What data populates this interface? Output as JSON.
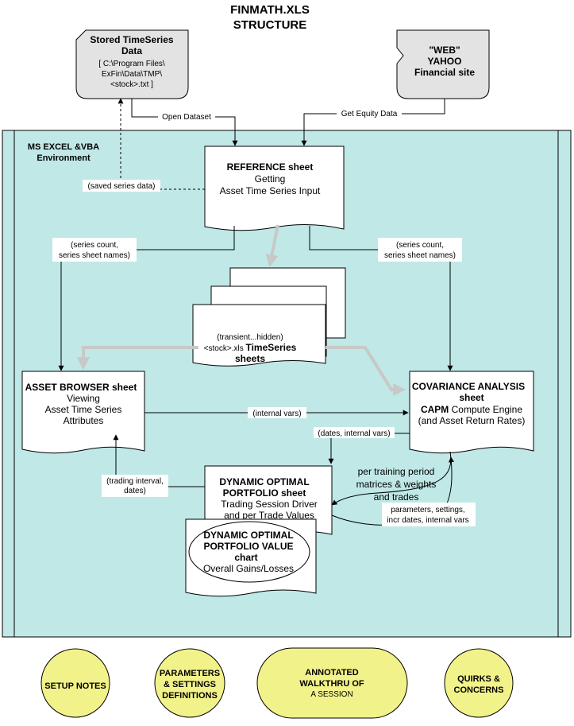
{
  "title": {
    "line1": "FINMATH.XLS",
    "line2": "STRUCTURE"
  },
  "stored_data": {
    "title1": "Stored TimeSeries",
    "title2": "Data",
    "path1": "[ C:\\Program Files\\",
    "path2": "ExFin\\Data\\TMP\\",
    "path3": "<stock>.txt ]"
  },
  "web_source": {
    "line1": "\"WEB\"",
    "line2": "YAHOO",
    "line3": "Financial site"
  },
  "environment": {
    "line1": "MS EXCEL &VBA",
    "line2": "Environment"
  },
  "reference_sheet": {
    "title": "REFERENCE sheet",
    "line1": "Getting",
    "line2": "Asset  Time Series Input"
  },
  "timeseries_sheets": {
    "line1": "(transient...hidden)",
    "line2_prefix": "<stock>.xls ",
    "line2_bold": "TimeSeries",
    "line3": "sheets"
  },
  "asset_browser": {
    "title": "ASSET BROWSER sheet",
    "line1": "Viewing",
    "line2": "Asset Time Series",
    "line3": "Attributes"
  },
  "covariance": {
    "title1": "COVARIANCE ANALYSIS",
    "title2": "sheet",
    "line1_bold": "CAPM",
    "line1_rest": " Compute Engine",
    "line2": "(and Asset Return Rates)"
  },
  "dynamic_sheet": {
    "title1": "DYNAMIC OPTIMAL",
    "title2": "PORTFOLIO sheet",
    "line1": "Trading Session Driver",
    "line2": "and per Trade Values"
  },
  "value_chart": {
    "title1": "DYNAMIC OPTIMAL",
    "title2": "PORTFOLIO VALUE",
    "title3": "chart",
    "line1": "Overall Gains/Losses"
  },
  "labels": {
    "open_dataset": "Open Dataset",
    "get_equity": "Get Equity Data",
    "saved_series": "(saved series data)",
    "series_count_left_1": "(series count,",
    "series_count_left_2": "series sheet names)",
    "series_count_right_1": "(series count,",
    "series_count_right_2": "series sheet names)",
    "internal_vars": "(internal vars)",
    "dates_internal": "(dates, internal vars)",
    "trading_interval_1": "(trading interval,",
    "trading_interval_2": "dates)",
    "per_training_1": "per training period",
    "per_training_2": "matrices & weights",
    "per_training_3": "and trades",
    "parameters_1": "parameters, settings,",
    "parameters_2": "incr dates, internal vars"
  },
  "buttons": {
    "setup_notes": "SETUP NOTES",
    "parameters_1": "PARAMETERS",
    "parameters_2": "& SETTINGS",
    "parameters_3": "DEFINITIONS",
    "walkthru_1": "ANNOTATED",
    "walkthru_2": "WALKTHRU OF",
    "walkthru_3": "A SESSION",
    "quirks_1": "QUIRKS &",
    "quirks_2": "CONCERNS"
  },
  "colors": {
    "environment_fill": "#bfe8e6",
    "source_fill": "#e3e3e3",
    "button_fill": "#f2f28a",
    "gray_arrow": "#c8c8c8"
  }
}
